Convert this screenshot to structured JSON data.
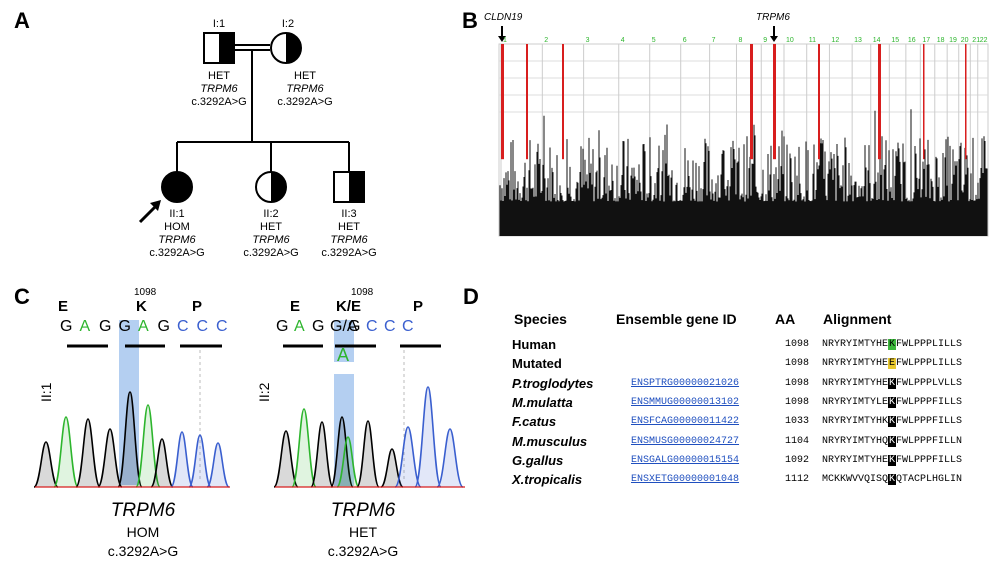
{
  "panels": {
    "a": "A",
    "b": "B",
    "c": "C",
    "d": "D"
  },
  "pedigree": {
    "individuals": [
      {
        "id": "I:1",
        "status": "HET",
        "gene": "TRPM6",
        "variant": "c.3292A>G"
      },
      {
        "id": "I:2",
        "status": "HET",
        "gene": "TRPM6",
        "variant": "c.3292A>G"
      },
      {
        "id": "II:1",
        "status": "HOM",
        "gene": "TRPM6",
        "variant": "c.3292A>G"
      },
      {
        "id": "II:2",
        "status": "HET",
        "gene": "TRPM6",
        "variant": "c.3292A>G"
      },
      {
        "id": "II:3",
        "status": "HET",
        "gene": "TRPM6",
        "variant": "c.3292A>G"
      }
    ]
  },
  "genome_plot": {
    "marker_left": "CLDN19",
    "marker_right": "TRPM6",
    "chromosomes": [
      "1",
      "2",
      "3",
      "4",
      "5",
      "6",
      "7",
      "8",
      "9",
      "10",
      "11",
      "12",
      "13",
      "14",
      "15",
      "16",
      "17",
      "18",
      "19",
      "20",
      "21",
      "22"
    ],
    "colors": {
      "chrom_label": "#2db52d",
      "peak": "#d81e1e",
      "bars": "#111111",
      "grid": "#cccccc"
    }
  },
  "sequence": {
    "left": {
      "sample": "II:1",
      "amino_acids": [
        "E",
        "K",
        "P"
      ],
      "position": "1098",
      "bases": [
        "G",
        "A",
        "G",
        "G",
        "A",
        "G",
        "C",
        "C",
        "C"
      ],
      "gene": "TRPM6",
      "status": "HOM",
      "variant": "c.3292A>G"
    },
    "right": {
      "sample": "II:2",
      "amino_acids": [
        "E",
        "K/E",
        "P"
      ],
      "position": "1098",
      "bases": [
        "G",
        "A",
        "G",
        "G/A",
        "G",
        "C",
        "C",
        "C"
      ],
      "extra_base": "A",
      "gene": "TRPM6",
      "status": "HET",
      "variant": "c.3292A>G"
    },
    "colors": {
      "G": "#000000",
      "A": "#2db52d",
      "C": "#3a5fcf",
      "T": "#d81e1e",
      "highlight": "#a7c7ee"
    }
  },
  "table": {
    "headers": {
      "species": "Species",
      "gene_id": "Ensemble gene ID",
      "aa": "AA",
      "alignment": "Alignment"
    },
    "rows": [
      {
        "species": "Human",
        "italic": false,
        "gene_id": "",
        "aa": "1098",
        "pre": "NRYRYIMTYHE",
        "res": "K",
        "post": "FWLPPPLILLS",
        "hl": "#3db83d"
      },
      {
        "species": "Mutated",
        "italic": false,
        "gene_id": "",
        "aa": "1098",
        "pre": "NRYRYIMTYHE",
        "res": "E",
        "post": "FWLPPPLILLS",
        "hl": "#e8c82e"
      },
      {
        "species": "P.troglodytes",
        "italic": true,
        "gene_id": "ENSPTRG00000021026",
        "aa": "1098",
        "pre": "NRYRYIMTYHE",
        "res": "K",
        "post": "FWLPPPLVLLS",
        "hl": "#000000"
      },
      {
        "species": "M.mulatta",
        "italic": true,
        "gene_id": "ENSMMUG00000013102",
        "aa": "1098",
        "pre": "NRYRYIMTYLE",
        "res": "K",
        "post": "FWLPPPFILLS",
        "hl": "#000000"
      },
      {
        "species": "F.catus",
        "italic": true,
        "gene_id": "ENSFCAG00000011422",
        "aa": "1033",
        "pre": "NRYRYIMTYHK",
        "res": "K",
        "post": "FWLPPPFILLS",
        "hl": "#000000"
      },
      {
        "species": "M.musculus",
        "italic": true,
        "gene_id": "ENSMUSG00000024727",
        "aa": "1104",
        "pre": "NRYRYIMTYHQ",
        "res": "K",
        "post": "FWLPPPFILLN",
        "hl": "#000000"
      },
      {
        "species": "G.gallus",
        "italic": true,
        "gene_id": "ENSGALG00000015154",
        "aa": "1092",
        "pre": "NRYRYIMTYHE",
        "res": "K",
        "post": "FWLPPPFILLS",
        "hl": "#000000"
      },
      {
        "species": "X.tropicalis",
        "italic": true,
        "gene_id": "ENSXETG00000001048",
        "aa": "1112",
        "pre": "MCKKWVVQISQ",
        "res": "K",
        "post": "QTACPLHGLIN",
        "hl": "#000000"
      }
    ]
  }
}
